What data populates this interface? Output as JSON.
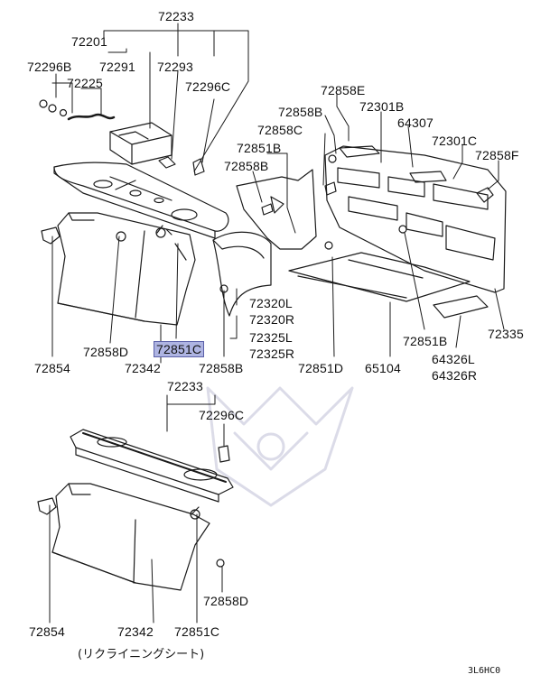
{
  "colors": {
    "line": "#1a1a1a",
    "highlight": "#aeb4e2",
    "watermark": "#d8d8e6"
  },
  "upper_labels": [
    {
      "id": "l_72233",
      "text": "72233"
    },
    {
      "id": "l_72201",
      "text": "72201"
    },
    {
      "id": "l_72296b",
      "text": "72296B"
    },
    {
      "id": "l_72291",
      "text": "72291"
    },
    {
      "id": "l_72293",
      "text": "72293"
    },
    {
      "id": "l_72225",
      "text": "72225"
    },
    {
      "id": "l_72296c",
      "text": "72296C"
    },
    {
      "id": "l_72858e",
      "text": "72858E"
    },
    {
      "id": "l_72858b_t",
      "text": "72858B"
    },
    {
      "id": "l_72301b",
      "text": "72301B"
    },
    {
      "id": "l_72858c",
      "text": "72858C"
    },
    {
      "id": "l_64307",
      "text": "64307"
    },
    {
      "id": "l_72851b_t",
      "text": "72851B"
    },
    {
      "id": "l_72301c",
      "text": "72301C"
    },
    {
      "id": "l_72858b_m",
      "text": "72858B"
    },
    {
      "id": "l_72858f",
      "text": "72858F"
    },
    {
      "id": "l_72320l",
      "text": "72320L"
    },
    {
      "id": "l_72320r",
      "text": "72320R"
    },
    {
      "id": "l_72325l",
      "text": "72325L"
    },
    {
      "id": "l_72325r",
      "text": "72325R"
    },
    {
      "id": "l_72335",
      "text": "72335"
    },
    {
      "id": "l_72858d",
      "text": "72858D"
    },
    {
      "id": "l_72851c",
      "text": "72851C"
    },
    {
      "id": "l_72854",
      "text": "72854"
    },
    {
      "id": "l_72342",
      "text": "72342"
    },
    {
      "id": "l_72858b_b",
      "text": "72858B"
    },
    {
      "id": "l_72851d",
      "text": "72851D"
    },
    {
      "id": "l_65104",
      "text": "65104"
    },
    {
      "id": "l_72851b_b",
      "text": "72851B"
    },
    {
      "id": "l_64326l",
      "text": "64326L"
    },
    {
      "id": "l_64326r",
      "text": "64326R"
    }
  ],
  "lower_labels": [
    {
      "id": "m_72233",
      "text": "72233"
    },
    {
      "id": "m_72296c",
      "text": "72296C"
    },
    {
      "id": "m_72858d",
      "text": "72858D"
    },
    {
      "id": "m_72854",
      "text": "72854"
    },
    {
      "id": "m_72342",
      "text": "72342"
    },
    {
      "id": "m_72851c",
      "text": "72851C"
    }
  ],
  "footnote": "(リクライニングシート)",
  "diagram_code": "3L6HC0"
}
